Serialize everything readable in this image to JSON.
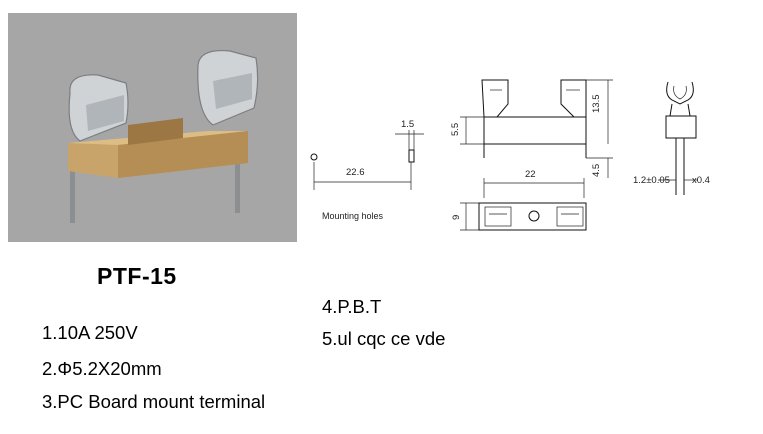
{
  "product": {
    "model": "PTF-15",
    "specs": [
      "1.10A 250V",
      "2.Φ5.2X20mm",
      "3.PC Board mount terminal",
      "4.P.B.T",
      "5.ul cqc ce vde"
    ]
  },
  "drawing": {
    "mounting_holes_label": "Mounting holes",
    "dims": {
      "hole_pitch": "22.6",
      "hole_width": "1.5",
      "body_length": "22",
      "body_width": "9",
      "clip_height": "13.5",
      "body_height": "5.5",
      "pin_length": "4.5",
      "pin_width": "1.2±0.05",
      "pin_thickness": "x0.4"
    }
  },
  "colors": {
    "photo_background": "#a6a6a6",
    "holder_body": "#c9a46a",
    "clip_metal": "#cfd3d6"
  }
}
